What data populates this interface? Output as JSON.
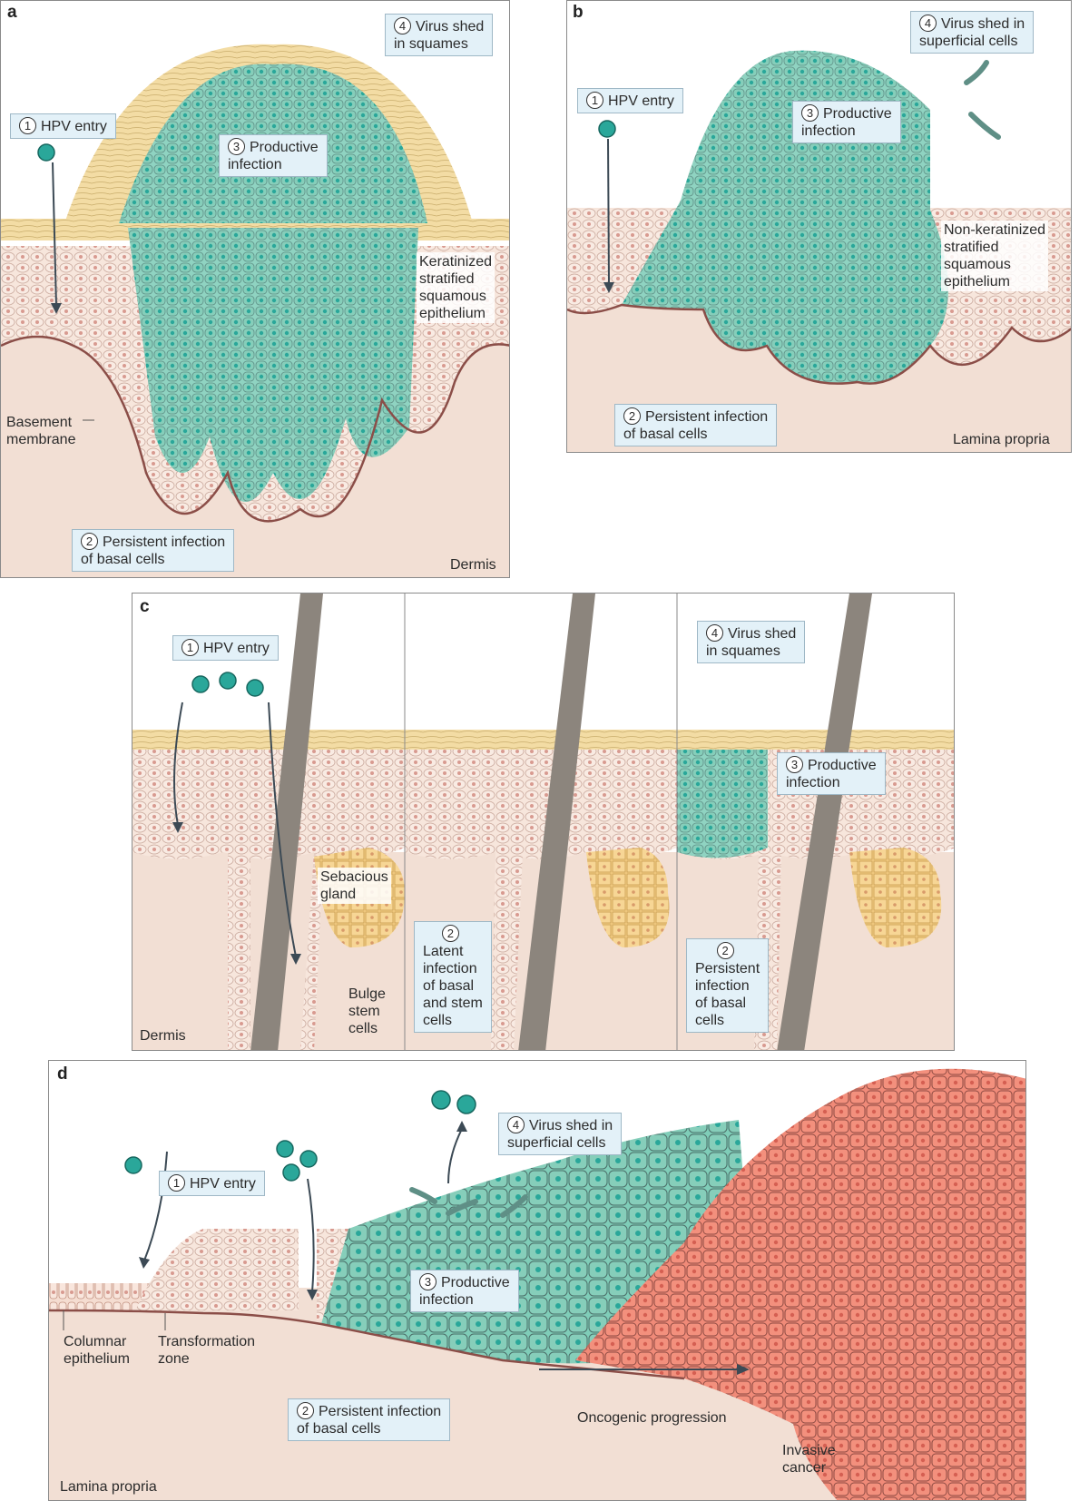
{
  "panel_a": {
    "letter": "a",
    "s1": {
      "n": "1",
      "text": "HPV entry"
    },
    "s2": {
      "n": "2",
      "text": "Persistent infection\nof basal cells"
    },
    "s3": {
      "n": "3",
      "text": "Productive\ninfection"
    },
    "s4": {
      "n": "4",
      "text": "Virus shed\nin squames"
    },
    "epithelium": "Keratinized\nstratified\nsquamous\nepithelium",
    "membrane": "Basement\nmembrane",
    "tissue": "Dermis"
  },
  "panel_b": {
    "letter": "b",
    "s1": {
      "n": "1",
      "text": "HPV entry"
    },
    "s2": {
      "n": "2",
      "text": "Persistent infection\nof basal cells"
    },
    "s3": {
      "n": "3",
      "text": "Productive\ninfection"
    },
    "s4": {
      "n": "4",
      "text": "Virus shed in\nsuperficial cells"
    },
    "epithelium": "Non-keratinized\nstratified\nsquamous\nepithelium",
    "tissue": "Lamina propria"
  },
  "panel_c": {
    "letter": "c",
    "s1": {
      "n": "1",
      "text": "HPV entry"
    },
    "s2a": {
      "n": "2",
      "text": "Latent\ninfection\nof basal\nand stem\ncells"
    },
    "s2b": {
      "n": "2",
      "text": "Persistent\ninfection\nof basal\ncells"
    },
    "s3": {
      "n": "3",
      "text": "Productive\ninfection"
    },
    "s4": {
      "n": "4",
      "text": "Virus shed\nin squames"
    },
    "gland": "Sebacious\ngland",
    "bulge": "Bulge\nstem\ncells",
    "tissue": "Dermis"
  },
  "panel_d": {
    "letter": "d",
    "s1": {
      "n": "1",
      "text": "HPV entry"
    },
    "s2": {
      "n": "2",
      "text": "Persistent infection\nof basal cells"
    },
    "s3": {
      "n": "3",
      "text": "Productive\ninfection"
    },
    "s4": {
      "n": "4",
      "text": "Virus shed in\nsuperficial cells"
    },
    "columnar": "Columnar\nepithelium",
    "zone": "Transformation\nzone",
    "progression": "Oncogenic progression",
    "cancer": "Invasive\ncancer",
    "tissue": "Lamina propria"
  },
  "colors": {
    "infected": "#7fcdb8",
    "nucleus": "#29a79a",
    "normal_cell": "#f5e2d8",
    "keratin": "#f3dca4",
    "stroma": "#f2dfd4",
    "cancer": "#f08a78",
    "gland": "#f5cf86",
    "hair": "#8c857d",
    "arrow": "#3c4a55"
  }
}
